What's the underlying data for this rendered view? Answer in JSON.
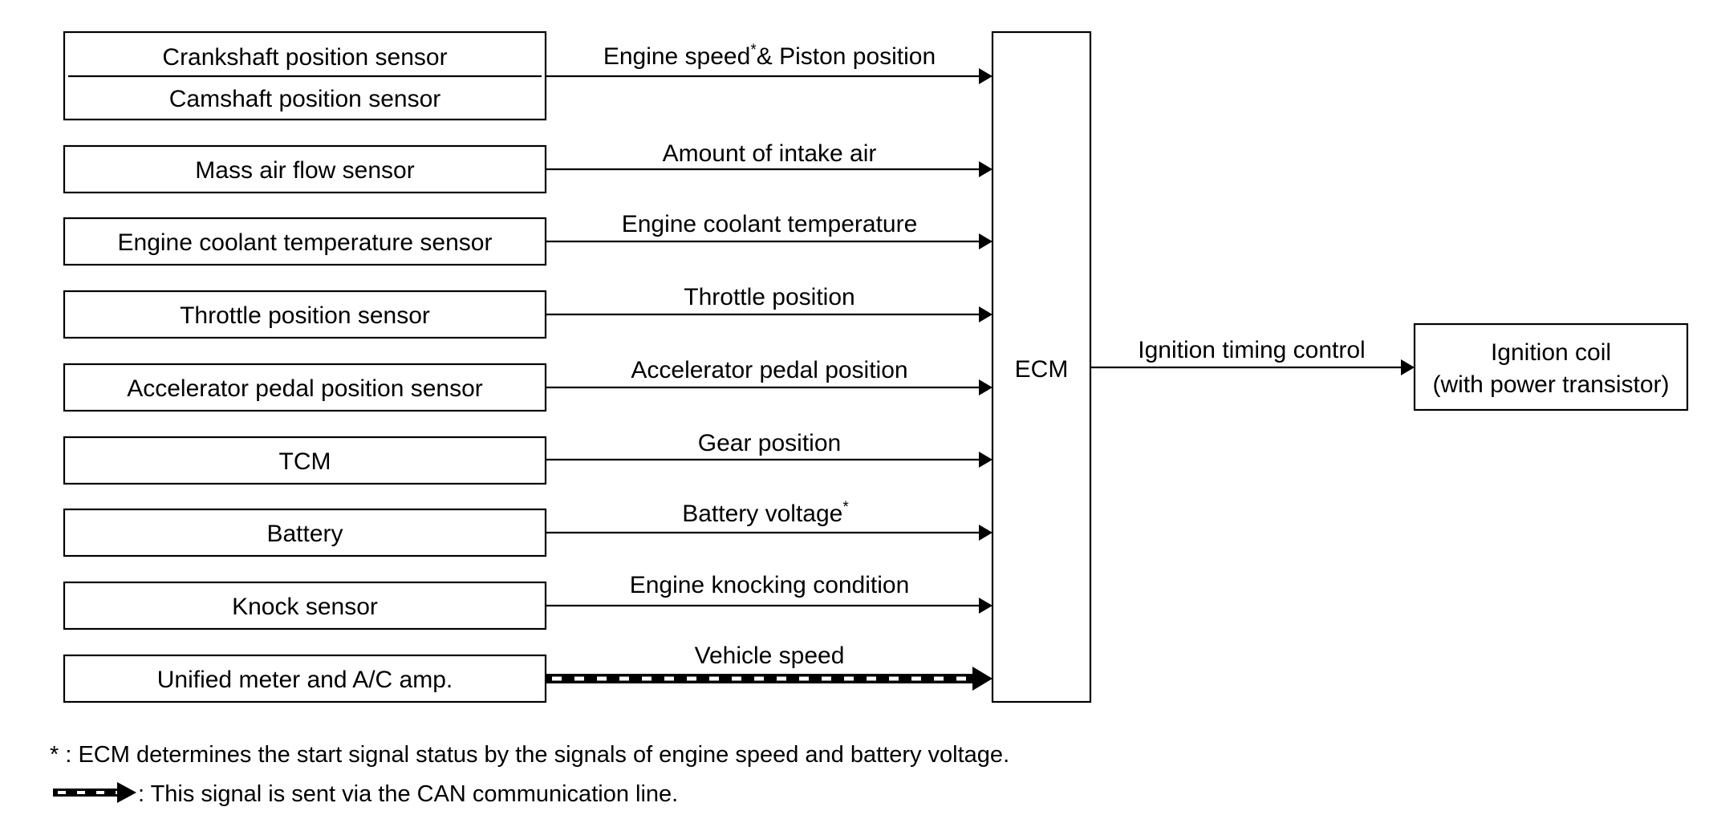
{
  "sensors": [
    {
      "label": "Crankshaft position sensor"
    },
    {
      "label": "Camshaft position sensor"
    },
    {
      "label": "Mass air flow sensor"
    },
    {
      "label": "Engine coolant temperature sensor"
    },
    {
      "label": "Throttle position sensor"
    },
    {
      "label": "Accelerator pedal position sensor"
    },
    {
      "label": "TCM"
    },
    {
      "label": "Battery"
    },
    {
      "label": "Knock sensor"
    },
    {
      "label": "Unified meter and A/C amp."
    }
  ],
  "signals": [
    {
      "label": "Engine speed",
      "sup": "*",
      "rest": "& Piston position"
    },
    {
      "label": "Amount of intake air"
    },
    {
      "label": "Engine coolant temperature"
    },
    {
      "label": "Throttle position"
    },
    {
      "label": "Accelerator pedal position"
    },
    {
      "label": "Gear position"
    },
    {
      "label": "Battery voltage",
      "sup": "*"
    },
    {
      "label": "Engine knocking condition"
    },
    {
      "label": "Vehicle speed"
    }
  ],
  "ecm": {
    "label": "ECM"
  },
  "output": {
    "signal": "Ignition timing control",
    "target_line1": "Ignition coil",
    "target_line2": "(with power transistor)"
  },
  "notes": {
    "asterisk": "* : ECM determines the start signal status by the signals of engine speed and battery voltage.",
    "can": ": This signal is sent via the CAN communication line."
  }
}
